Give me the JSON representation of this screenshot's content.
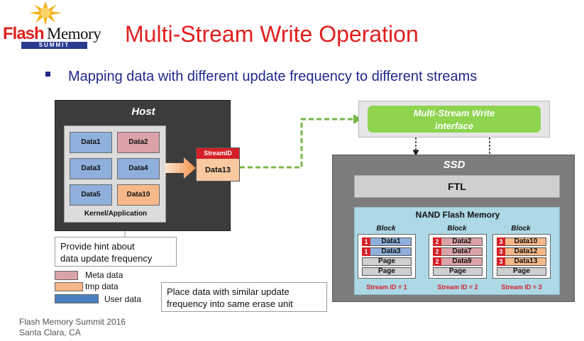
{
  "logo": {
    "flash": "Flash",
    "memory": "Memory",
    "summit": "SUMMIT"
  },
  "title": "Multi-Stream Write Operation",
  "bullet": "Mapping data with different update frequency to different streams",
  "host": {
    "title": "Host",
    "kernel_label": "Kernel/Application",
    "cells": [
      "Data1",
      "Data2",
      "Data3",
      "Data4",
      "Data5",
      "Data10"
    ]
  },
  "stream": {
    "header": "StreamID",
    "value": "Data13"
  },
  "multistream": {
    "line1": "Multi-Stream Write",
    "line2": "interface"
  },
  "ssd": {
    "title": "SSD",
    "ftl": "FTL",
    "nand_title": "NAND Flash Memory"
  },
  "blocks": [
    {
      "label": "Block",
      "stream_id": "Stream ID = 1",
      "rows": [
        {
          "num": "1",
          "text": "Data1"
        },
        {
          "num": "1",
          "text": "Data3"
        },
        {
          "num": "",
          "text": "Page"
        },
        {
          "num": "",
          "text": "Page"
        }
      ]
    },
    {
      "label": "Block",
      "stream_id": "Stream ID = 2",
      "rows": [
        {
          "num": "2",
          "text": "Data2"
        },
        {
          "num": "2",
          "text": "Data7"
        },
        {
          "num": "2",
          "text": "Data9"
        },
        {
          "num": "",
          "text": "Page"
        }
      ]
    },
    {
      "label": "Block",
      "stream_id": "Stream ID = 3",
      "rows": [
        {
          "num": "3",
          "text": "Data10"
        },
        {
          "num": "3",
          "text": "Data12"
        },
        {
          "num": "3",
          "text": "Data13"
        },
        {
          "num": "",
          "text": "Page"
        }
      ]
    }
  ],
  "callout_hint": {
    "line1": "Provide hint about",
    "line2": "data update frequency"
  },
  "callout_place": {
    "line1": "Place data with similar update",
    "line2": "frequency into same erase unit"
  },
  "legend": [
    {
      "label": "Meta data",
      "color": "#dba3a8"
    },
    {
      "label": "tmp data",
      "color": "#f7b889"
    },
    {
      "label": "User data",
      "color": "#4a7fc0"
    }
  ],
  "footer": {
    "line1": "Flash Memory Summit 2016",
    "line2": "Santa Clara, CA"
  },
  "colors": {
    "accent_red": "#e0201e",
    "bullet_blue": "#1f2a8a",
    "interface_green": "#8ed44e",
    "dashed_green": "#7ab648",
    "stream_red": "#d41f26"
  }
}
